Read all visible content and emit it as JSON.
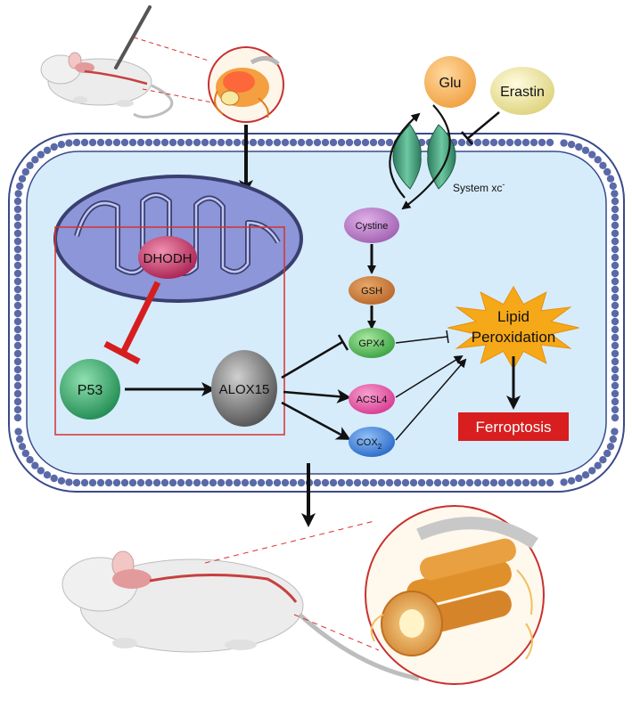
{
  "nodes": {
    "glu": "Glu",
    "erastin": "Erastin",
    "system_xc": "System xc",
    "system_xc_sup": "-",
    "cystine": "Cystine",
    "gsh": "GSH",
    "gpx4": "GPX4",
    "acsl4": "ACSL4",
    "cox2": "COX",
    "cox2_sub": "2",
    "dhodh": "DHODH",
    "p53": "P53",
    "alox15": "ALOX15",
    "lipid_line1": "Lipid",
    "lipid_line2": "Peroxidation",
    "ferroptosis": "Ferroptosis"
  },
  "colors": {
    "cell_fill": "#d6ecfb",
    "membrane_head": "#5a6aa8",
    "glu": "#f0a040",
    "erastin": "#e8e08a",
    "transporter": "#3f9a78",
    "cystine": "#b070b8",
    "gsh": "#c0702a",
    "gpx4": "#4cb54a",
    "acsl4": "#e0409a",
    "cox2": "#3a78d0",
    "dhodh": "#c03060",
    "p53": "#2a9a5c",
    "alox15": "#707070",
    "mitochondrion": "#8c96d8",
    "lipid_star": "#f5a818",
    "ferroptosis": "#d81e1e",
    "inhibit_red": "#d61e1e",
    "box_red": "#d83030"
  }
}
